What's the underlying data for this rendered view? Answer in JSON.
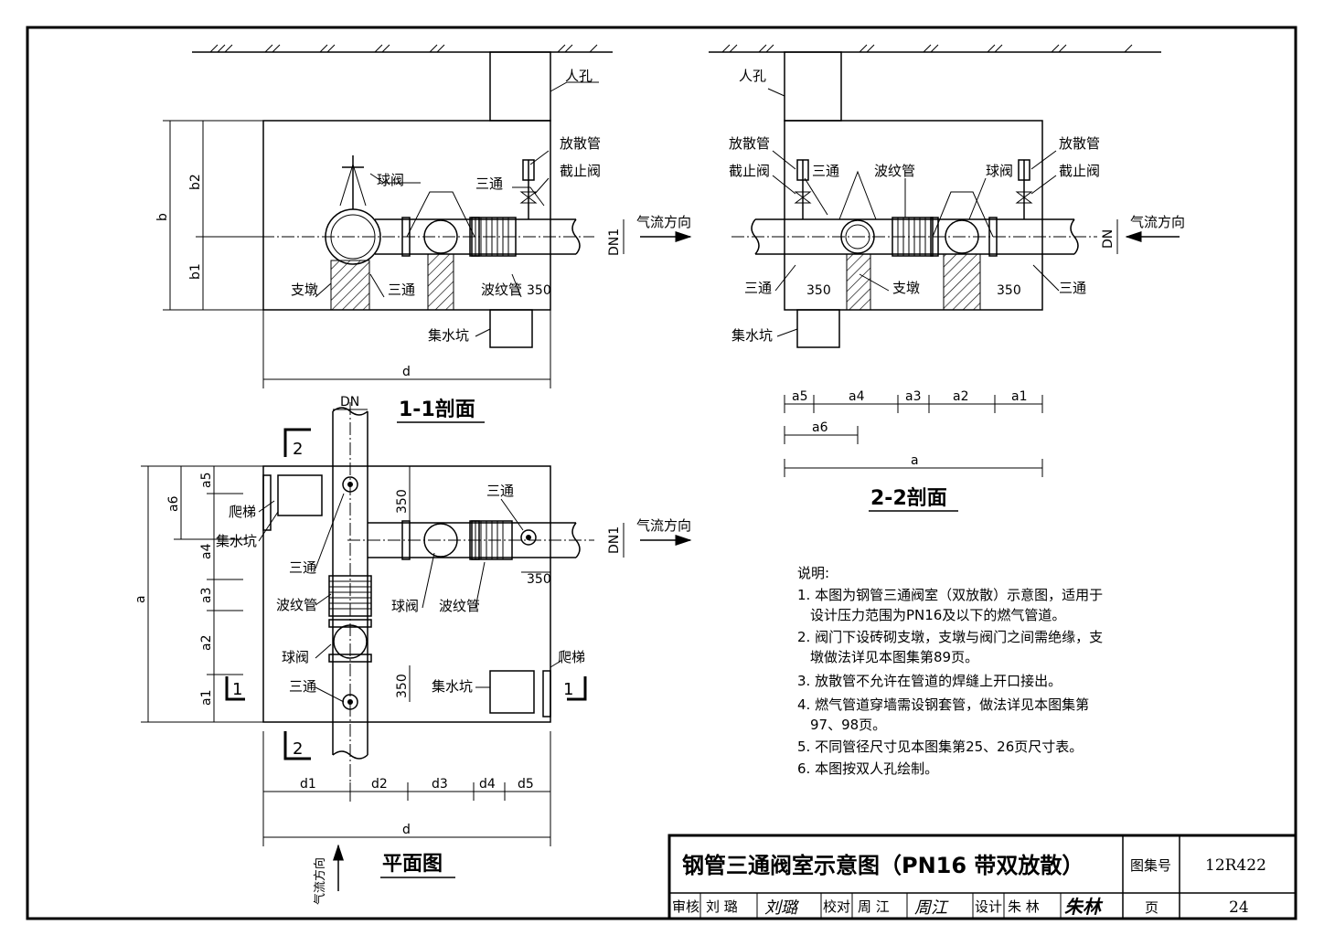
{
  "section_1_1": {
    "title": "1-1剖面",
    "manhole": "人孔",
    "vent_pipe": "放散管",
    "stop_valve": "截止阀",
    "ball_valve": "球阀",
    "tee_top": "三通",
    "tee_bottom": "三通",
    "support": "支墩",
    "bellows": "波纹管",
    "sump": "集水坑",
    "flow": "气流方向",
    "dn": "DN1",
    "dims": {
      "b": "b",
      "b1": "b1",
      "b2": "b2",
      "d": "d",
      "350": "350"
    }
  },
  "section_2_2": {
    "title": "2-2剖面",
    "manhole": "人孔",
    "vent_left": "放散管",
    "vent_right": "放散管",
    "stop_left": "截止阀",
    "stop_right": "截止阀",
    "tee_top": "三通",
    "bellows": "波纹管",
    "ball_valve": "球阀",
    "tee_bl": "三通",
    "tee_br": "三通",
    "support": "支墩",
    "sump": "集水坑",
    "flow": "气流方向",
    "dn": "DN",
    "dims": {
      "350a": "350",
      "350b": "350",
      "a5": "a5",
      "a4": "a4",
      "a3": "a3",
      "a2": "a2",
      "a1": "a1",
      "a6": "a6",
      "a": "a"
    }
  },
  "plan": {
    "title": "平面图",
    "dn": "DN",
    "ladder_top": "爬梯",
    "sump_top": "集水坑",
    "tee_left": "三通",
    "bellows_left": "波纹管",
    "ball_left": "球阀",
    "tee_lower": "三通",
    "tee_right": "三通",
    "ball_mid": "球阀",
    "bellows_mid": "波纹管",
    "sump_bottom": "集水坑",
    "ladder_bottom": "爬梯",
    "flow": "气流方向",
    "flow_vertical": "气流方向",
    "dn1": "DN1",
    "cut_2_top": "2",
    "cut_2_bottom": "2",
    "cut_1_left": "1",
    "cut_1_right": "1",
    "dims": {
      "a": "a",
      "a1": "a1",
      "a2": "a2",
      "a3": "a3",
      "a4": "a4",
      "a5": "a5",
      "a6": "a6",
      "350top": "350",
      "350right": "350",
      "350bottom": "350",
      "d": "d",
      "d1": "d1",
      "d2": "d2",
      "d3": "d3",
      "d4": "d4",
      "d5": "d5"
    }
  },
  "notes": {
    "heading": "说明:",
    "lines": [
      "1. 本图为钢管三通阀室（双放散）示意图，适用于",
      "设计压力范围为PN16及以下的燃气管道。",
      "2. 阀门下设砖砌支墩，支墩与阀门之间需绝缘，支",
      "墩做法详见本图集第89页。",
      "3. 放散管不允许在管道的焊缝上开口接出。",
      "4. 燃气管道穿墙需设钢套管，做法详见本图集第",
      "97、98页。",
      "5. 不同管径尺寸见本图集第25、26页尺寸表。",
      "6. 本图按双人孔绘制。"
    ]
  },
  "title_block": {
    "drawing_title": "钢管三通阀室示意图（PN16 带双放散）",
    "atlas_label": "图集号",
    "atlas_value": "12R422",
    "page_label": "页",
    "page_value": "24",
    "review_label": "审核",
    "review_name": "刘 璐",
    "review_sig": "刘璐",
    "check_label": "校对",
    "check_name": "周 江",
    "check_sig": "周江",
    "design_label": "设计",
    "design_name": "朱 林",
    "design_sig": "朱林"
  }
}
